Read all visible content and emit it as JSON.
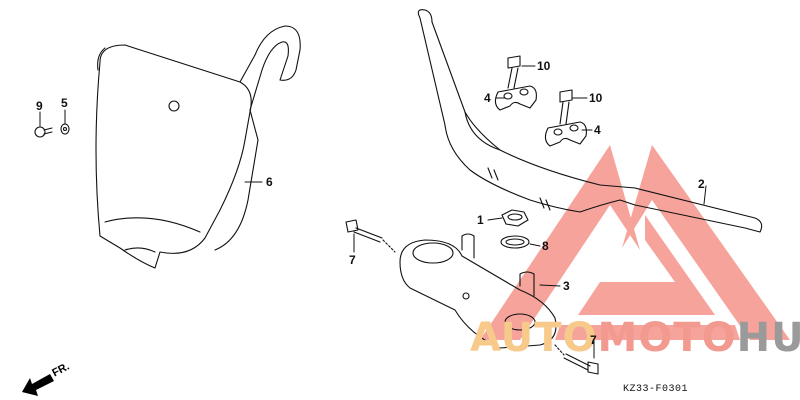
{
  "diagram": {
    "type": "exploded-parts-diagram",
    "drawing_code": "KZ33-F0301",
    "direction_indicator": "FR.",
    "parts": [
      {
        "callout": "1",
        "description": "nut"
      },
      {
        "callout": "2",
        "description": "handlebar"
      },
      {
        "callout": "3",
        "description": "upper triple clamp"
      },
      {
        "callout": "4",
        "description": "handlebar holder (upper)"
      },
      {
        "callout": "4",
        "description": "handlebar holder (upper)"
      },
      {
        "callout": "5",
        "description": "washer / grommet"
      },
      {
        "callout": "6",
        "description": "front number plate"
      },
      {
        "callout": "7",
        "description": "clamp bolt (left)"
      },
      {
        "callout": "7",
        "description": "clamp bolt (right)"
      },
      {
        "callout": "8",
        "description": "washer"
      },
      {
        "callout": "9",
        "description": "bolt"
      },
      {
        "callout": "10",
        "description": "holder bolt"
      },
      {
        "callout": "10",
        "description": "holder bolt"
      }
    ],
    "labels": {
      "c1": "1",
      "c2": "2",
      "c3": "3",
      "c4a": "4",
      "c4b": "4",
      "c5": "5",
      "c6": "6",
      "c7a": "7",
      "c7b": "7",
      "c8": "8",
      "c9": "9",
      "c10a": "10",
      "c10b": "10"
    }
  },
  "watermark": {
    "part1": "AUTO",
    "part2": "MOTO",
    "part3": "HUB",
    "colors": {
      "auto": "#f7c98a",
      "moto": "#f39a90",
      "hub": "#9a9a9a",
      "logo": "#f4938a"
    }
  }
}
